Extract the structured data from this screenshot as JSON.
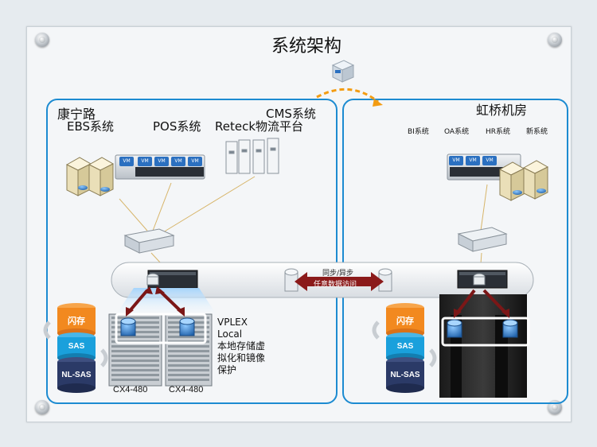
{
  "title": "系统架构",
  "left_site": {
    "name": "康宁路",
    "systems": {
      "ebs": "EBS系统",
      "pos": "POS系统",
      "reteck": "Reteck物流平台",
      "cms": "CMS系统"
    },
    "vm_label": "VM",
    "vplex_text": [
      "VPLEX",
      "Local",
      "本地存储虚",
      "拟化和镜像",
      "保护"
    ],
    "array_labels": [
      "CX4-480",
      "CX4-480"
    ]
  },
  "right_site": {
    "name": "虹桥机房",
    "systems": [
      "BI系统",
      "OA系统",
      "HR系统",
      "新系统"
    ],
    "vm_label": "VM"
  },
  "link": {
    "line1": "同步/异步",
    "line2": "任意数据访问"
  },
  "tiers": [
    "闪存",
    "SAS",
    "NL-SAS"
  ],
  "colors": {
    "site_border": "#1c8bd1",
    "arrow_orange": "#f39c12",
    "arrow_dark_red": "#8b1a1a",
    "flash_tier": "#f2891f",
    "sas_tier": "#1aa0dc",
    "nlsas_tier": "#2b3a67",
    "vm_blue": "#2b70c0"
  }
}
